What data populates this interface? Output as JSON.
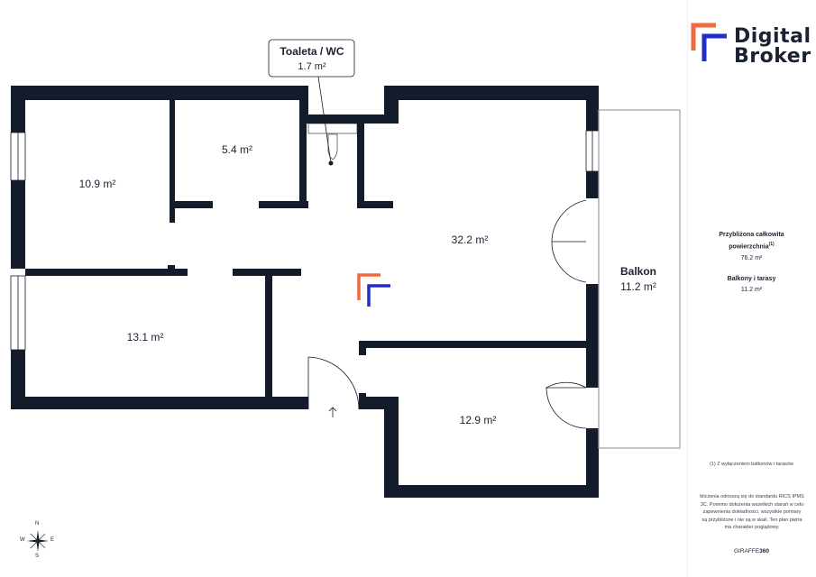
{
  "rooms": {
    "bedroom_top_left": {
      "area": "10.9 m²"
    },
    "small_room": {
      "area": "5.4 m²"
    },
    "bedroom_bottom_left": {
      "area": "13.1 m²"
    },
    "living_room": {
      "area": "32.2 m²"
    },
    "bedroom_bottom_right": {
      "area": "12.9 m²"
    }
  },
  "callout": {
    "title": "Toaleta / WC",
    "area": "1.7 m²"
  },
  "balcony": {
    "name": "Balkon",
    "area": "11.2 m²"
  },
  "sidebar": {
    "logo_line1": "Digital",
    "logo_line2": "Broker",
    "total_label_line1": "Przybliżona całkowita",
    "total_label_line2": "powierzchnia",
    "total_label_sup": "(1)",
    "total_value": "76.2 m²",
    "balcony_label": "Balkony i tarasy",
    "balcony_value": "11.2 m²",
    "footnote": "(1) Z wyłączeniem balkonów i tarasów",
    "disclaimer": "bliczenia odnoszą się do standardu RICS IPMS 3C. Pomimo dołożenia wszelkich starań w celu zapewnienia dokładności, wszystkie pomiary są przybliżone i nie są w skali. Ten plan piętra ma charakter poglądowy.",
    "giraffe_a": "GIRAFFE",
    "giraffe_b": "360"
  },
  "compass": {
    "n": "N",
    "s": "S",
    "e": "E",
    "w": "W"
  },
  "colors": {
    "wall": "#141c2b",
    "brand_orange": "#ef6a3c",
    "brand_blue": "#1f2ec9"
  }
}
